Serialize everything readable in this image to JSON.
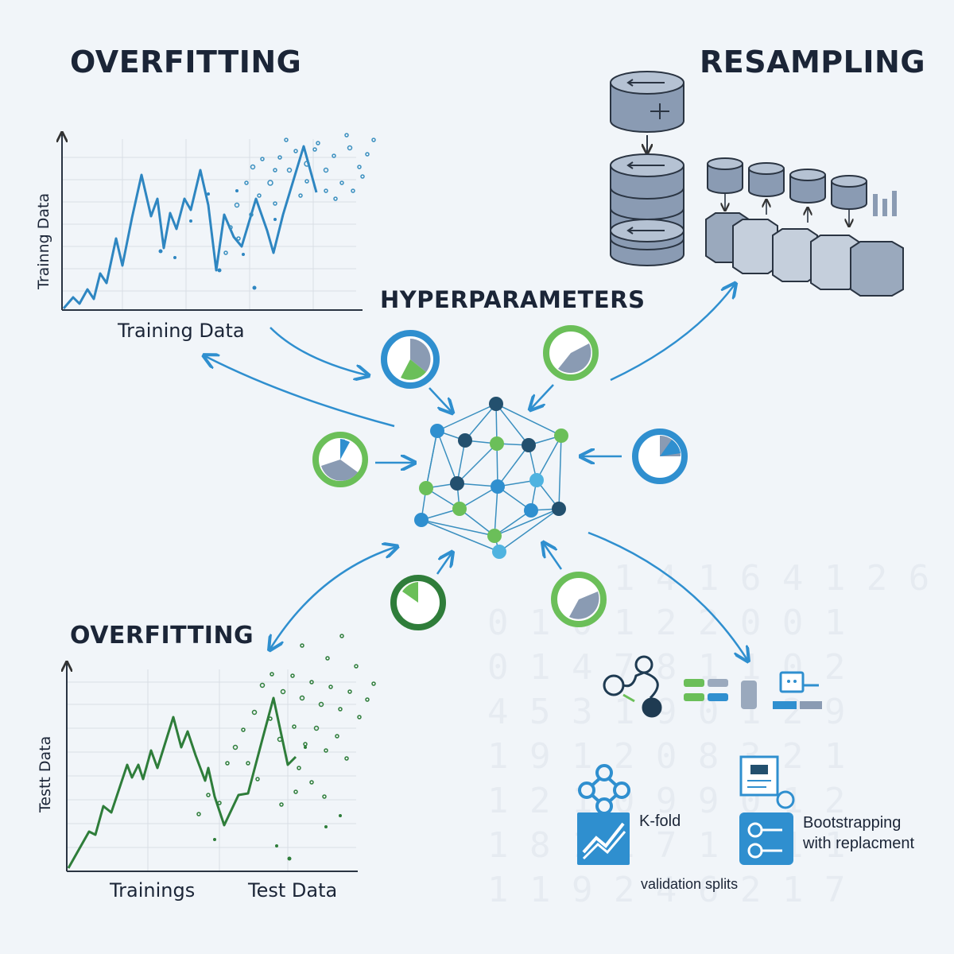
{
  "headings": {
    "overfitting_top": "OVERFITTING",
    "resampling": "RESAMPLING",
    "hyperparameters": "HYPERPARAMETERS",
    "overfitting_bottom": "OVERFITTING"
  },
  "top_chart": {
    "x_label": "Training Data",
    "y_label": "Trainng Data",
    "color": "#2e86c1"
  },
  "bottom_chart": {
    "x_label_left": "Trainings",
    "x_label_right": "Test Data",
    "y_label": "Testt Data",
    "color": "#2e7d3a"
  },
  "resampling_methods": {
    "kfold_label": "K-fold",
    "bootstrap_label": "Bootstrapping",
    "bootstrap_sub": "with replacment",
    "splits_label": "validation splits"
  },
  "colors": {
    "blue": "#2f8fcf",
    "green": "#6bbf59",
    "dark_green": "#2f7d3a",
    "slate": "#8a9bb3",
    "navy": "#23506e"
  }
}
